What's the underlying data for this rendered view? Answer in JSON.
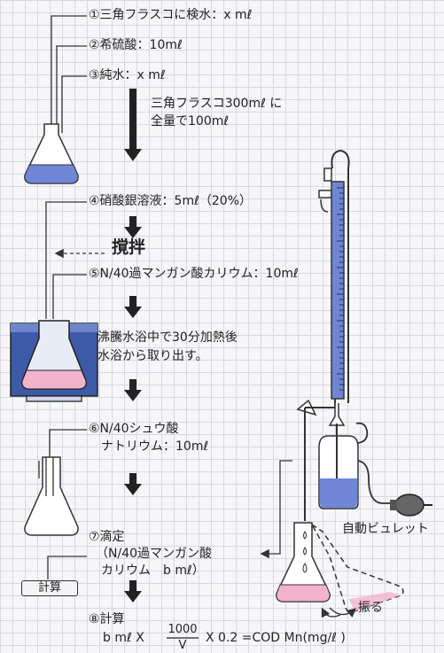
{
  "steps": {
    "s1": "①三角フラスコに検水：x mℓ",
    "s2": "②希硫酸：10mℓ",
    "s3": "③純水：x mℓ",
    "s3_note_1": "三角フラスコ300mℓ に",
    "s3_note_2": "全量で100mℓ",
    "s4": "④硝酸銀溶液：5mℓ（20%）",
    "stir": "撹拌",
    "s5": "⑤N/40過マンガン酸カリウム：10mℓ",
    "bath_1": "沸騰水浴中で30分加熱後",
    "bath_2": "水浴から取り出す。",
    "s6_1": "⑥N/40シュウ酸",
    "s6_2": "ナトリウム：10mℓ",
    "s7_1": "⑦滴定",
    "s7_2": "（N/40過マンガン酸",
    "s7_3": "カリウム　b mℓ）",
    "calc_box": "計算",
    "s8": "⑧計算",
    "formula_left": "b mℓ X",
    "formula_num": "1000",
    "formula_den": "V",
    "formula_right": "X 0.2 =COD Mn(mg/ℓ )"
  },
  "labels": {
    "burette": "自動ビュレット",
    "shake": "振る"
  },
  "colors": {
    "liquid_blue": "#6f86d6",
    "liquid_pink": "#f3b3cc",
    "bath_blue": "#3d5aa8",
    "arrow": "#222222"
  }
}
